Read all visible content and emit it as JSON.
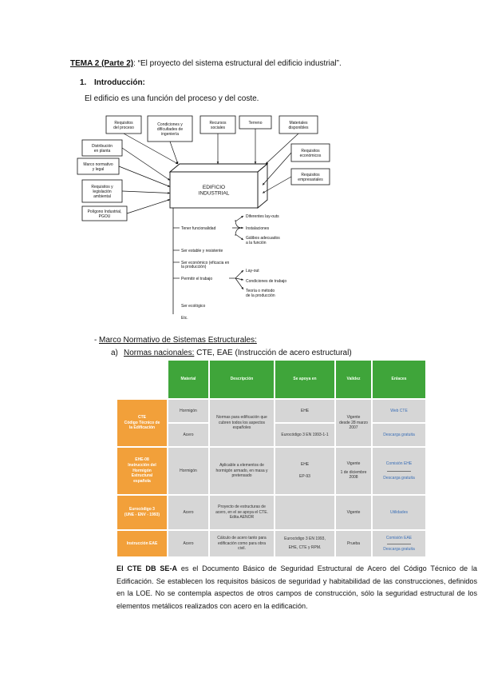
{
  "heading": {
    "tema": "TEMA 2 (Parte 2)",
    "title": ": “El proyecto del sistema estructural del edificio industrial”."
  },
  "intro": {
    "number": "1.",
    "label": "Introducción:",
    "text": "El edificio es una función del proceso y del coste."
  },
  "diagram": {
    "center": [
      "EDIFICIO",
      "INDUSTRIAL"
    ],
    "top_boxes": [
      [
        "Requisitos",
        "del proceso"
      ],
      [
        "Condiciones y",
        "difícultades de",
        "ingeniería"
      ],
      [
        "Recursos",
        "sociales"
      ],
      [
        "Terreno"
      ],
      [
        "Materiales",
        "disponibles"
      ]
    ],
    "left_boxes": [
      [
        "Distribución",
        "en planta"
      ],
      [
        "Marco normativo",
        "y legal"
      ],
      [
        "Requisitos y",
        "legislación",
        "ambiental"
      ],
      [
        "Polígono Industrial,",
        "PGOU"
      ]
    ],
    "right_boxes": [
      [
        "Requisitos",
        "económicos"
      ],
      [
        "Requisitos",
        "empresariales"
      ]
    ],
    "branches": [
      "Tener funcionalidad",
      "Ser estable y resistente",
      "Ser económico (eficacia en",
      "la producción)",
      "Permitir el trabajo",
      "Ser ecológico",
      "Etc."
    ],
    "sub_func": [
      "Diferentes lay-outs",
      "Instalaciones",
      "Gálibos adecuados",
      "a la función"
    ],
    "sub_trabajo": [
      "Lay-out",
      "Condiciones de trabajo",
      "Teoría o método",
      "de la producción"
    ]
  },
  "marco": {
    "dash": "-",
    "title": "Marco Normativo de Sistemas Estructurales:",
    "letter": "a)",
    "normas_label": "Normas nacionales:",
    "normas_rest": " CTE, EAE (Instrucción de acero estructural)"
  },
  "table": {
    "headers": [
      "Material",
      "Descripción",
      "Se apoya en",
      "Validez",
      "Enlaces"
    ],
    "cte_name": [
      "CTE",
      "Código Técnico de",
      "la Edificación"
    ],
    "cte_rows": [
      [
        "Hormigón",
        "Normas para edificación que",
        "cubren todos los aspectos",
        "españoles",
        "EHE",
        "Vigente",
        "desde 28 marzo",
        "2007",
        "Web CTE"
      ],
      [
        "Acero",
        "Eurocódigo 3 EN 1993-1-1",
        "Descarga gratuita"
      ]
    ],
    "ehe": {
      "name": [
        "EHE-08",
        "Instrucción del",
        "Hormigón",
        "Estructural",
        "española"
      ],
      "material": "Hormigón",
      "desc": [
        "Aplicable a elementos de",
        "hormigón armado, en masa y",
        "pretensado"
      ],
      "apoyo1": "EHE",
      "apoyo2": "EP-93",
      "validez": [
        "Vigente",
        "1 de diciembre",
        "2008"
      ],
      "link1": "Comisión EHE",
      "link2": "Descarga gratuita"
    },
    "euro": {
      "name": [
        "Eurocódigo 3",
        "(UNE - ENV - 1993)"
      ],
      "material": "Acero",
      "desc": [
        "Proyecto de estructuras de",
        "acero, en el se apoya el CTE.",
        "Edita AENOR"
      ],
      "validez": "Vigente",
      "link": "Utilidades"
    },
    "eae": {
      "name": "Instrucción EAE",
      "material": "Acero",
      "desc": [
        "Cálculo de acero tanto para",
        "edificación como para obra",
        "civil."
      ],
      "apoyo1": "Eurocódigo 3 EN 1993,",
      "apoyo2": "EHE, CTE y RPM.",
      "validez": "Prueba",
      "link1": "Comisión EAE",
      "link2": "Descarga gratuita"
    }
  },
  "paragraph": {
    "bold": "El CTE DB SE-A",
    "text": " es el Documento Básico de Seguridad Estructural de Acero del Código Técnico de la Edificación. Se establecen los requisitos básicos de seguridad y habitabilidad de las construcciones, definidos en la LOE. No se contempla aspectos de otros campos de construcción, sólo la seguridad estructural de los elementos metálicos realizados con acero en la edificación."
  }
}
